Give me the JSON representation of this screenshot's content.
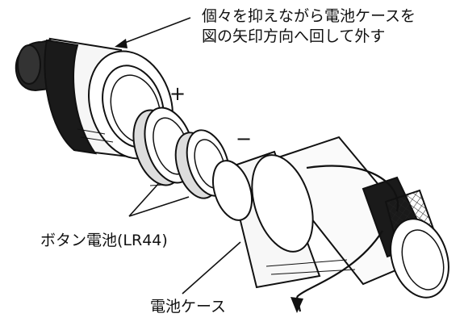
{
  "instruction": {
    "line1": "個々を抑えながら電池ケースを",
    "line2": "図の矢印方向へ回して外す"
  },
  "labels": {
    "plus": "+",
    "minus": "−",
    "button_battery": "ボタン電池(LR44)",
    "battery_case": "電池ケース"
  }
}
